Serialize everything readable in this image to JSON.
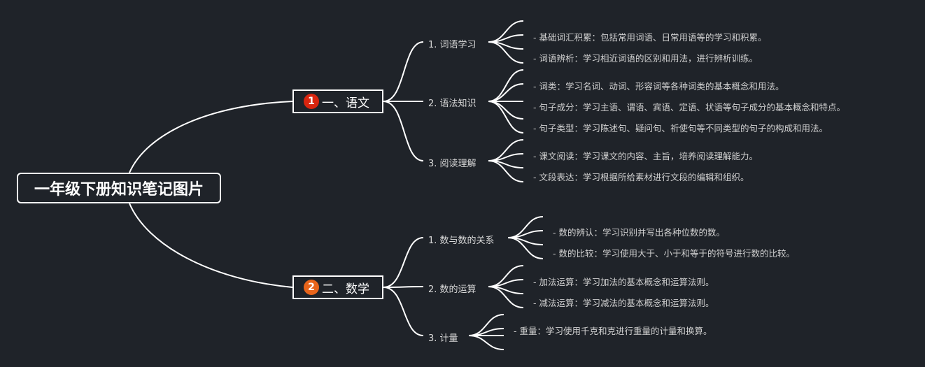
{
  "root": {
    "title": "一年级下册知识笔记图片"
  },
  "branches": [
    {
      "badge": "1",
      "badge_color": "#d9250f",
      "label": "一、语文",
      "subtopics": [
        {
          "label": "1. 词语学习",
          "items": [
            "- 基础词汇积累：包括常用词语、日常用语等的学习和积累。",
            "- 词语辨析：学习相近词语的区别和用法，进行辨析训练。"
          ]
        },
        {
          "label": "2. 语法知识",
          "items": [
            "- 词类：学习名词、动词、形容词等各种词类的基本概念和用法。",
            "- 句子成分：学习主语、谓语、宾语、定语、状语等句子成分的基本概念和特点。",
            "- 句子类型：学习陈述句、疑问句、祈使句等不同类型的句子的构成和用法。"
          ]
        },
        {
          "label": "3. 阅读理解",
          "items": [
            "- 课文阅读：学习课文的内容、主旨，培养阅读理解能力。",
            "- 文段表达：学习根据所给素材进行文段的编辑和组织。"
          ]
        }
      ]
    },
    {
      "badge": "2",
      "badge_color": "#e8641a",
      "label": "二、数学",
      "subtopics": [
        {
          "label": "1. 数与数的关系",
          "items": [
            "- 数的辨认：学习识别并写出各种位数的数。",
            "- 数的比较：学习使用大于、小于和等于的符号进行数的比较。"
          ]
        },
        {
          "label": "2. 数的运算",
          "items": [
            "- 加法运算：学习加法的基本概念和运算法则。",
            "- 减法运算：学习减法的基本概念和运算法则。"
          ]
        },
        {
          "label": "3. 计量",
          "items": [
            "- 重量：学习使用千克和克进行重量的计量和换算。"
          ]
        }
      ]
    }
  ]
}
